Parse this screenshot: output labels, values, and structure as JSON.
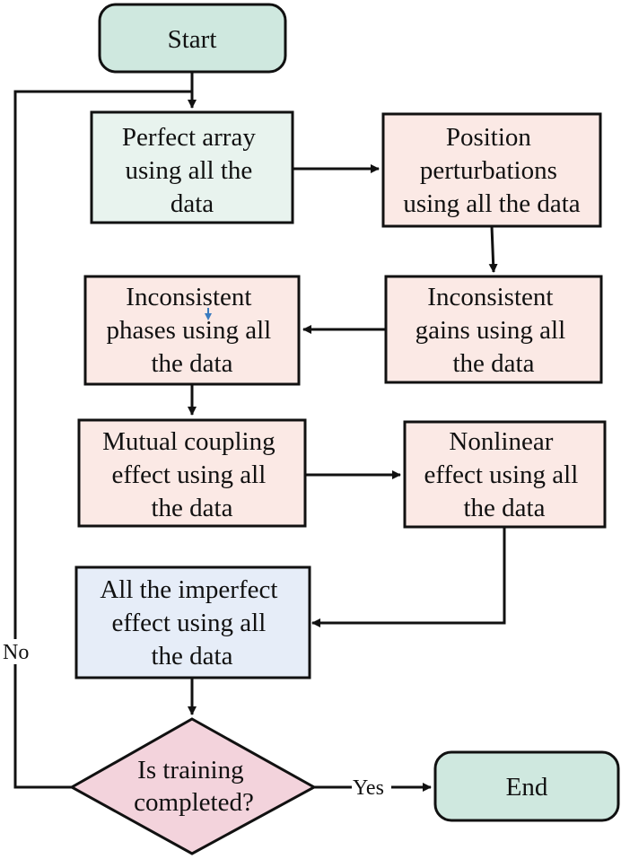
{
  "colors": {
    "terminal": "#cfe8df",
    "perfect": "#e8f3ee",
    "imperfect": "#fbe9e5",
    "combined": "#e6edf8",
    "decision": "#f3d3dc",
    "line": "#111111",
    "cursor": "#3a7bbf"
  },
  "nodes": {
    "start": {
      "lines": [
        "Start"
      ]
    },
    "perfect": {
      "lines": [
        "Perfect array",
        "using all the",
        "data"
      ]
    },
    "position": {
      "lines": [
        "Position",
        "perturbations",
        "using all the data"
      ]
    },
    "gains": {
      "lines": [
        "Inconsistent",
        "gains using all",
        "the data"
      ]
    },
    "phases": {
      "lines": [
        "Inconsistent",
        "phases using all",
        "the data"
      ]
    },
    "mutual": {
      "lines": [
        "Mutual coupling",
        "effect using all",
        "the data"
      ]
    },
    "nonlinear": {
      "lines": [
        "Nonlinear",
        "effect using all",
        "the data"
      ]
    },
    "all": {
      "lines": [
        "All the imperfect",
        "effect using all",
        "the data"
      ]
    },
    "decision": {
      "lines": [
        "Is training",
        "completed?"
      ]
    },
    "end": {
      "lines": [
        "End"
      ]
    }
  },
  "edges": {
    "yes_label": "Yes",
    "no_label": "No"
  },
  "icons": {
    "cursor": "arrow-cursor-icon"
  }
}
